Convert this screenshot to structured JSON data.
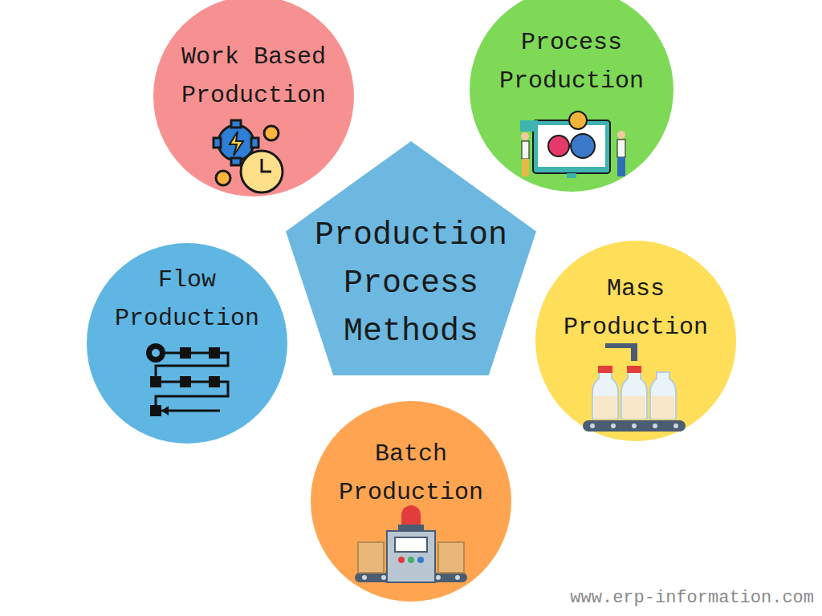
{
  "diagram": {
    "nodes": [
      {
        "text": [
          "Work Based Production"
        ]
      },
      {
        "text": [
          "Process Production"
        ]
      },
      {
        "text": [
          "Production Process Methods"
        ]
      },
      {
        "text": [
          "Flow Production"
        ]
      },
      {
        "text": [
          "Mass Production"
        ]
      },
      {
        "text": [
          "Batch Production"
        ]
      }
    ],
    "labels": [
      "www.erp-information.com"
    ]
  }
}
